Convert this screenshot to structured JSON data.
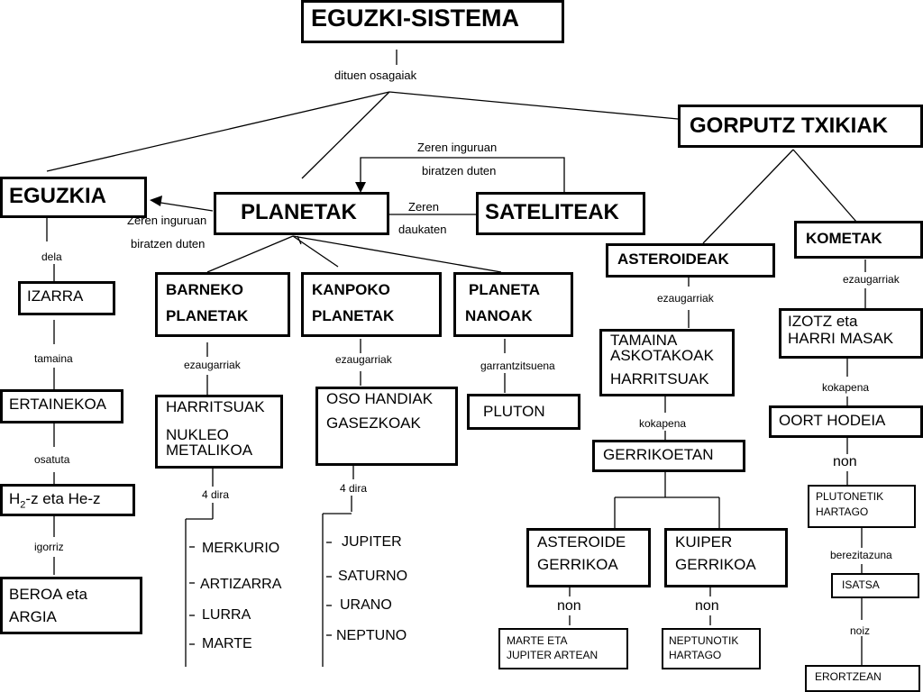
{
  "title": "EGUZKI-SISTEMA",
  "label_dituen_osagaiak": "dituen osagaiak",
  "gorputz_txikiak": "GORPUTZ TXIKIAK",
  "eguzkia": "EGUZKIA",
  "planetak": "PLANETAK",
  "sateliteak": "SATELITEAK",
  "label_zeren_inguruan_1": "Zeren inguruan",
  "label_biratzen_duten_1": "biratzen duten",
  "label_zeren": "Zeren",
  "label_daukaten": "daukaten",
  "label_zeren_inguruan_2": "Zeren inguruan",
  "label_biratzen_duten_2": "biratzen duten",
  "kometak": "KOMETAK",
  "asteroideak": "ASTEROIDEAK",
  "sun_chain": {
    "dela": "dela",
    "izarra": "IZARRA",
    "tamaina": "tamaina",
    "ertainekoa": "ERTAINEKOA",
    "osatuta": "osatuta",
    "composition_prefix": "H",
    "composition_sub1": "2",
    "composition_mid": "-z eta He-z",
    "igorriz": "igorriz",
    "beroa_1": "BEROA eta",
    "beroa_2": "ARGIA"
  },
  "barneko": {
    "title_1": "BARNEKO",
    "title_2": "PLANETAK",
    "ezaugarriak": "ezaugarriak",
    "desc_1": "HARRITSUAK",
    "desc_2": "NUKLEO",
    "desc_3": "METALIKOA",
    "count": "4 dira",
    "items": [
      "MERKURIO",
      "ARTIZARRA",
      "LURRA",
      "MARTE"
    ]
  },
  "kanpoko": {
    "title_1": "KANPOKO",
    "title_2": "PLANETAK",
    "ezaugarriak": "ezaugarriak",
    "desc_1": "OSO HANDIAK",
    "desc_2": "GASEZKOAK",
    "count": "4 dira",
    "items": [
      "JUPITER",
      "SATURNO",
      "URANO",
      "NEPTUNO"
    ]
  },
  "nanoak": {
    "title_1": "PLANETA",
    "title_2": "NANOAK",
    "garrantzitsuena": "garrantzitsuena",
    "pluton": "PLUTON"
  },
  "asteroid_branch": {
    "ezaugarriak": "ezaugarriak",
    "desc_1": "TAMAINA",
    "desc_2": "ASKOTAKOAK",
    "desc_3": "HARRITSUAK",
    "kokapena": "kokapena",
    "gerrikoetan": "GERRIKOETAN",
    "ast_gerrikoa_1": "ASTEROIDE",
    "ast_gerrikoa_2": "GERRIKOA",
    "kuiper_1": "KUIPER",
    "kuiper_2": "GERRIKOA",
    "non_1": "non",
    "non_2": "non",
    "marte_jupiter_1": "MARTE ETA",
    "marte_jupiter_2": "JUPITER ARTEAN",
    "neptunotik_1": "NEPTUNOTIK",
    "neptunotik_2": "HARTAGO"
  },
  "comet_branch": {
    "ezaugarriak": "ezaugarriak",
    "desc_1": "IZOTZ eta",
    "desc_2": "HARRI MASAK",
    "kokapena": "kokapena",
    "oort": "OORT HODEIA",
    "non": "non",
    "plutonetik_1": "PLUTONETIK",
    "plutonetik_2": "HARTAGO",
    "berezitasuna": "berezitazuna",
    "isatsa": "ISATSA",
    "noiz": "noiz",
    "erortzean": "ERORTZEAN"
  }
}
